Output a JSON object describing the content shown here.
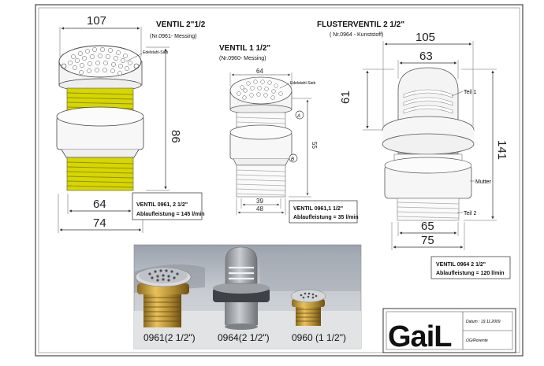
{
  "titles": {
    "v212": "VENTIL  2\"1/2",
    "v212_sub": "(Nr.0961- Messing)",
    "v112": "VENTIL 1 1/2\"",
    "v112_sub": "(Nr.0960- Messing)",
    "fluster": "FLUSTERVENTIL 2 1/2\"",
    "fluster_sub": "( Nr.0964 - Kunststoff)"
  },
  "dims": {
    "d107": "107",
    "d86": "86",
    "d64a": "64",
    "d74": "74",
    "d64b": "64",
    "d55": "55",
    "d39": "39",
    "d48": "48",
    "d105": "105",
    "d63": "63",
    "d61": "61",
    "d141": "141",
    "d65": "65",
    "d75": "75"
  },
  "labels": {
    "edelstahl1": "Edelstahl-Sieb",
    "edelstahl2": "Edelstahl-Sieb",
    "marker_a": "A",
    "marker_b": "B",
    "teil1": "Teil 1",
    "mutter": "Mutter",
    "teil2": "Teil 2"
  },
  "specs": {
    "s0961_l1": "VENTIL  0961, 2 1/2\"",
    "s0961_l2": "Ablaufleistung = 145 l/min",
    "s0960_l1": "VENTIL  0961,1 1/2\"",
    "s0960_l2": "Ablaufleistung = 35 l/min",
    "s0964_l1": "VENTIL  0964  2 1/2\"",
    "s0964_l2": "Ablaufleistung = 120 l/min"
  },
  "photo_captions": {
    "c1": "0961(2 1/2\")",
    "c2": "0964(2 1/2\")",
    "c3": "0960 (1 1/2\")"
  },
  "logo": {
    "text": "GaiL",
    "datum": "Datum : 19.11.2009",
    "og": "OG/Rovente"
  },
  "colors": {
    "brass_thread": "#d6d600",
    "line": "#333333",
    "photo_bg": "#b4b8bf"
  }
}
